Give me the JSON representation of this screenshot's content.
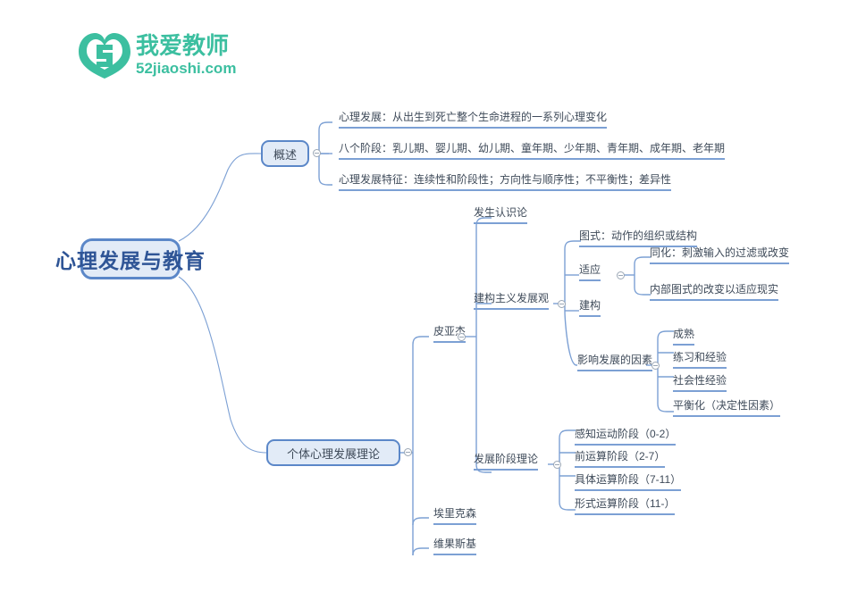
{
  "logo": {
    "name": "52jiaoshi-logo",
    "mark_text": "52",
    "cn_text": "我爱教师",
    "en_text": "52jiaoshi.com",
    "color": "#3CBFA0"
  },
  "theme": {
    "node_border": "#5B87C8",
    "node_fill": "#E2EBF7",
    "line": "#7CA0D4",
    "root_text": "#2F5596",
    "text": "#3E4A59"
  },
  "mindmap": {
    "root": "心理发展与教育",
    "branch_overview": {
      "label": "概述",
      "items": [
        "心理发展：从出生到死亡整个生命进程的一系列心理变化",
        "八个阶段：乳儿期、婴儿期、幼儿期、童年期、少年期、青年期、成年期、老年期",
        "心理发展特征：连续性和阶段性；方向性与顺序性；不平衡性；差异性"
      ]
    },
    "branch_theories": {
      "label": "个体心理发展理论",
      "piaget": {
        "label": "皮亚杰",
        "genetic_epistemology": "发生认识论",
        "constructivism": {
          "label": "建构主义发展观",
          "schema": "图式：动作的组织或结构",
          "adaptation": {
            "label": "适应",
            "items": [
              "同化：刺激输入的过滤或改变",
              "内部图式的改变以适应现实"
            ]
          },
          "construction": "建构"
        },
        "factors": {
          "label": "影响发展的因素",
          "items": [
            "成熟",
            "练习和经验",
            "社会性经验",
            "平衡化（决定性因素）"
          ]
        },
        "stages": {
          "label": "发展阶段理论",
          "items": [
            "感知运动阶段（0-2）",
            "前运算阶段（2-7）",
            "具体运算阶段（7-11）",
            "形式运算阶段（11-）"
          ]
        }
      },
      "erikson": "埃里克森",
      "vygotsky": "维果斯基"
    }
  }
}
